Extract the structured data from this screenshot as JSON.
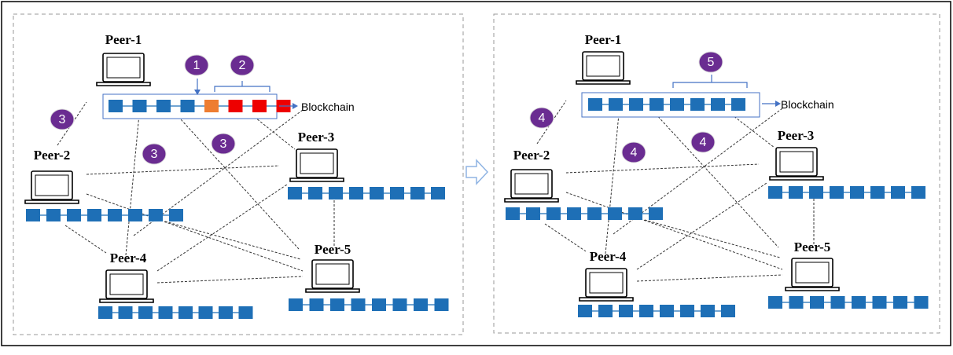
{
  "colors": {
    "block_blue": "#1e6fb6",
    "block_new_orange": "#ee7d31",
    "block_new_red": "#ee0000",
    "step_circle": "#6a2c91",
    "bracket_blue": "#4472c4",
    "arrow_outline": "#8fb4e3"
  },
  "icons": [
    "laptop-icon",
    "right-arrow-icon",
    "blockchain-arrow-icon"
  ],
  "panels": [
    {
      "peers": [
        {
          "label": "Peer-1"
        },
        {
          "label": "Peer-2"
        },
        {
          "label": "Peer-3"
        },
        {
          "label": "Peer-4"
        },
        {
          "label": "Peer-5"
        }
      ],
      "blockchain_label": "Blockchain",
      "steps": [
        "1",
        "2",
        "3",
        "3",
        "3"
      ],
      "peer1_chain": [
        "blue",
        "blue",
        "blue",
        "blue",
        "orange",
        "red",
        "red",
        "red"
      ]
    },
    {
      "peers": [
        {
          "label": "Peer-1"
        },
        {
          "label": "Peer-2"
        },
        {
          "label": "Peer-3"
        },
        {
          "label": "Peer-4"
        },
        {
          "label": "Peer-5"
        }
      ],
      "blockchain_label": "Blockchain",
      "steps": [
        "5",
        "4",
        "4",
        "4"
      ],
      "peer1_chain": [
        "blue",
        "blue",
        "blue",
        "blue",
        "blue",
        "blue",
        "blue",
        "blue"
      ]
    }
  ]
}
